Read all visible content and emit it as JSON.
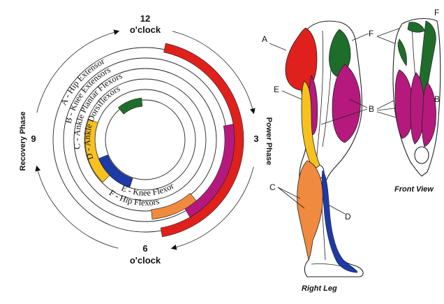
{
  "clock": {
    "twelve": "12",
    "twelve_sub": "o'clock",
    "three": "3",
    "six": "6",
    "six_sub": "o'clock",
    "nine": "9",
    "power_phase": "Power Phase",
    "recovery_phase": "Recovery Phase"
  },
  "rings": [
    {
      "label": "A - Hip Extensor",
      "color": "#e0201c",
      "start_deg": 12,
      "end_deg": 170
    },
    {
      "label": "B - Knee Extensors",
      "color": "#b5197e",
      "start_deg": 80,
      "end_deg": 150
    },
    {
      "label": "C - Ankle Plantar Flexors",
      "color": "#f08a3e",
      "start_deg": 140,
      "end_deg": 175
    },
    {
      "label": "D - Ankle Dorsiflexors",
      "color": "#1f6d2a",
      "start_deg": 320,
      "end_deg": 355
    },
    {
      "label": "E - Knee Flexor",
      "color": "#1d3aa8",
      "start_deg": 198,
      "end_deg": 248
    },
    {
      "label": "F - Hip Flexors",
      "color": "#f7c21e",
      "start_deg": 225,
      "end_deg": 290
    }
  ],
  "leg_labels": {
    "a": "A",
    "b": "B",
    "c": "C",
    "d": "D",
    "e": "E",
    "f_side": "F",
    "b_front": "B",
    "f_front": "F"
  },
  "captions": {
    "right_leg": "Right Leg",
    "front_view": "Front View"
  }
}
